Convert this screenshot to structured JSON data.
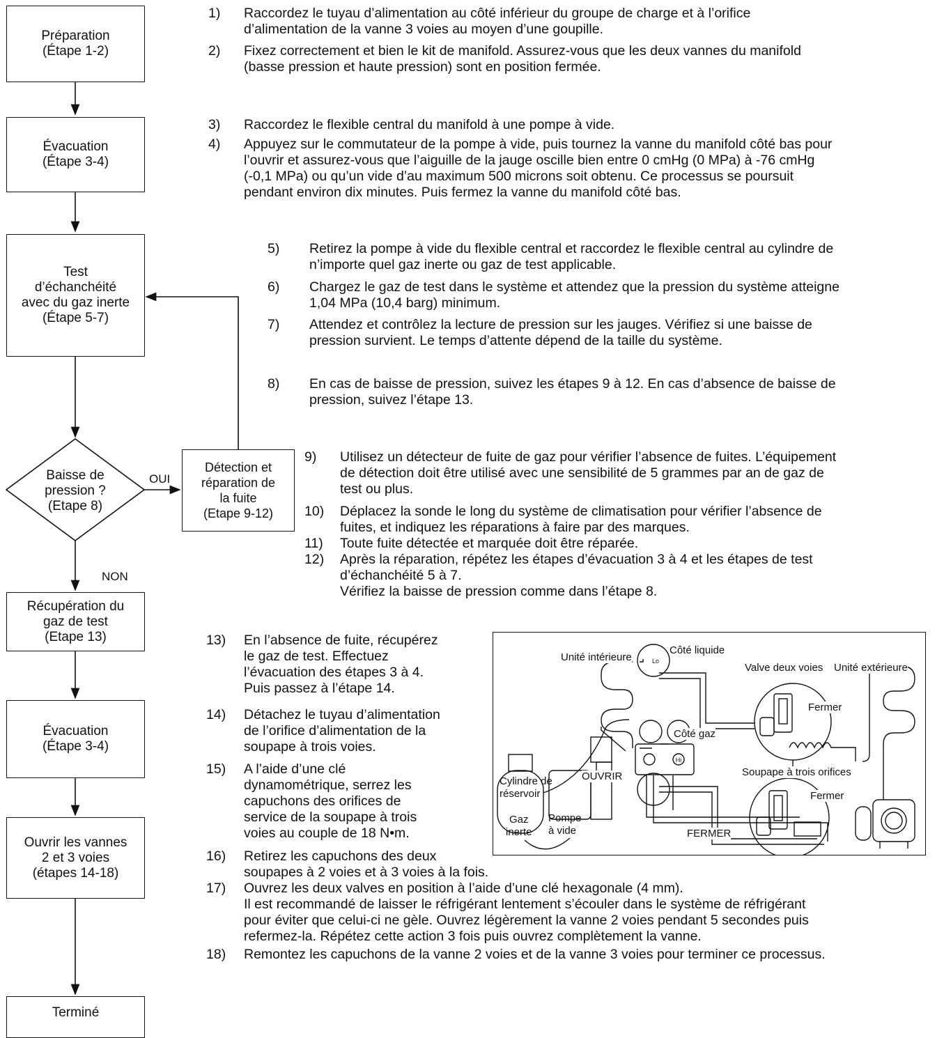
{
  "flowchart": {
    "preparation": "Préparation\n(Étape 1-2)",
    "evacuation1": "Évacuation\n(Étape 3-4)",
    "leak_test": "Test\nd’échanchéité\navec du gaz inerte\n(Étape 5-7)",
    "decision": "Baisse de\npression ?\n(Etape 8)",
    "oui": "OUI",
    "non": "NON",
    "detection": "Détection et\nréparation de\nla fuite\n(Etape 9-12)",
    "recovery": "Récupération du\ngaz de test\n(Etape 13)",
    "evacuation2": "Évacuation\n(Étape 3-4)",
    "open_valves": "Ouvrir les vannes\n2 et 3 voies\n(étapes 14-18)",
    "done": "Terminé"
  },
  "steps": [
    {
      "n": "1)",
      "text": "Raccordez le tuyau d’alimentation au côté inférieur du groupe de charge et à l’orifice\nd’alimentation de la vanne 3 voies au moyen d’une goupille."
    },
    {
      "n": "2)",
      "text": "Fixez correctement et bien le kit de manifold. Assurez-vous que les deux vannes du manifold\n(basse pression et haute pression) sont en position fermée."
    },
    {
      "n": "3)",
      "text": "Raccordez le flexible central du manifold à une pompe à vide."
    },
    {
      "n": "4)",
      "text": "Appuyez sur le commutateur de la pompe à vide, puis tournez la vanne du manifold côté bas pour\nl’ouvrir et assurez-vous que l’aiguille de la jauge oscille bien entre 0 cmHg (0 MPa) à -76 cmHg\n(-0,1 MPa) ou qu’un vide d’au maximum 500 microns soit obtenu. Ce processus se poursuit\npendant environ dix minutes. Puis fermez la vanne du manifold côté bas."
    },
    {
      "n": "5)",
      "text": "Retirez la pompe à vide du flexible central et raccordez le flexible central au cylindre de\nn’importe quel gaz inerte ou gaz de test applicable."
    },
    {
      "n": "6)",
      "text": "Chargez le gaz de test dans le système et attendez que la pression du système atteigne\n1,04 MPa (10,4 barg) minimum."
    },
    {
      "n": "7)",
      "text": "Attendez et contrôlez la lecture de pression sur les jauges. Vérifiez si une baisse de\npression survient. Le temps d’attente dépend de la taille du système."
    },
    {
      "n": "8)",
      "text": "En cas de baisse de pression, suivez les étapes 9 à 12. En cas d’absence de baisse de\npression, suivez l’étape 13."
    },
    {
      "n": "9)",
      "text": "Utilisez un détecteur de fuite de gaz pour vérifier l’absence de fuites. L’équipement\nde détection doit être utilisé avec une sensibilité de 5 grammes par an de gaz de\ntest ou plus."
    },
    {
      "n": "10)",
      "text": "Déplacez la sonde le long du système de climatisation pour vérifier l’absence de\nfuites, et indiquez les réparations à faire par des marques."
    },
    {
      "n": "11)",
      "text": "Toute fuite détectée et marquée doit être réparée."
    },
    {
      "n": "12)",
      "text": "Après la réparation, répétez les étapes d’évacuation 3 à 4 et les étapes de test\nd’échanchéité 5 à 7.\nVérifiez la baisse de pression comme dans l’étape 8."
    },
    {
      "n": "13)",
      "text": "En l’absence de fuite, récupérez\nle gaz de test. Effectuez\nl’évacuation des étapes 3 à 4.\nPuis passez à l’étape 14."
    },
    {
      "n": "14)",
      "text": "Détachez le tuyau d’alimentation\nde l’orifice d’alimentation de la\nsoupape à trois voies."
    },
    {
      "n": "15)",
      "text": "A l’aide d’une clé\ndynamométrique, serrez les\ncapuchons des orifices de\nservice de la soupape à trois\nvoies au couple de 18 N•m."
    },
    {
      "n": "16)",
      "text": "Retirez les capuchons des deux\nsoupapes à 2 voies et à 3 voies à la fois."
    },
    {
      "n": "17)",
      "text": "Ouvrez les deux valves en position à l’aide d’une clé hexagonale (4 mm).\nIl est recommandé de laisser le réfrigérant lentement s’écouler dans le système de réfrigérant\npour éviter que celui-ci ne gèle. Ouvrez légèrement la vanne 2 voies pendant 5 secondes puis\nrefermez-la. Répétez cette action 3 fois puis ouvrez complètement la vanne."
    },
    {
      "n": "18)",
      "text": "Remontez les capuchons de la vanne 2 voies et de la vanne 3 voies pour terminer ce processus."
    }
  ],
  "schematic": {
    "unite_interieure": "Unité intérieure",
    "cote_liquide": "Côté liquide",
    "valve_deux_voies": "Valve deux voies",
    "unite_exterieure": "Unité extérieure",
    "fermer_top": "Fermer",
    "cote_gaz": "Côté gaz",
    "soupape_trois": "Soupape à trois orifices",
    "cylindre": "Cylindre de\nréservoir",
    "ouvrir": "OUVRIR",
    "fermer_mid": "Fermer",
    "gaz_inerte": "Gaz\ninerte",
    "pompe": "Pompe\nà vide",
    "fermer_bottom": "FERMER",
    "lo": "Lo",
    "hi": "Hi"
  }
}
